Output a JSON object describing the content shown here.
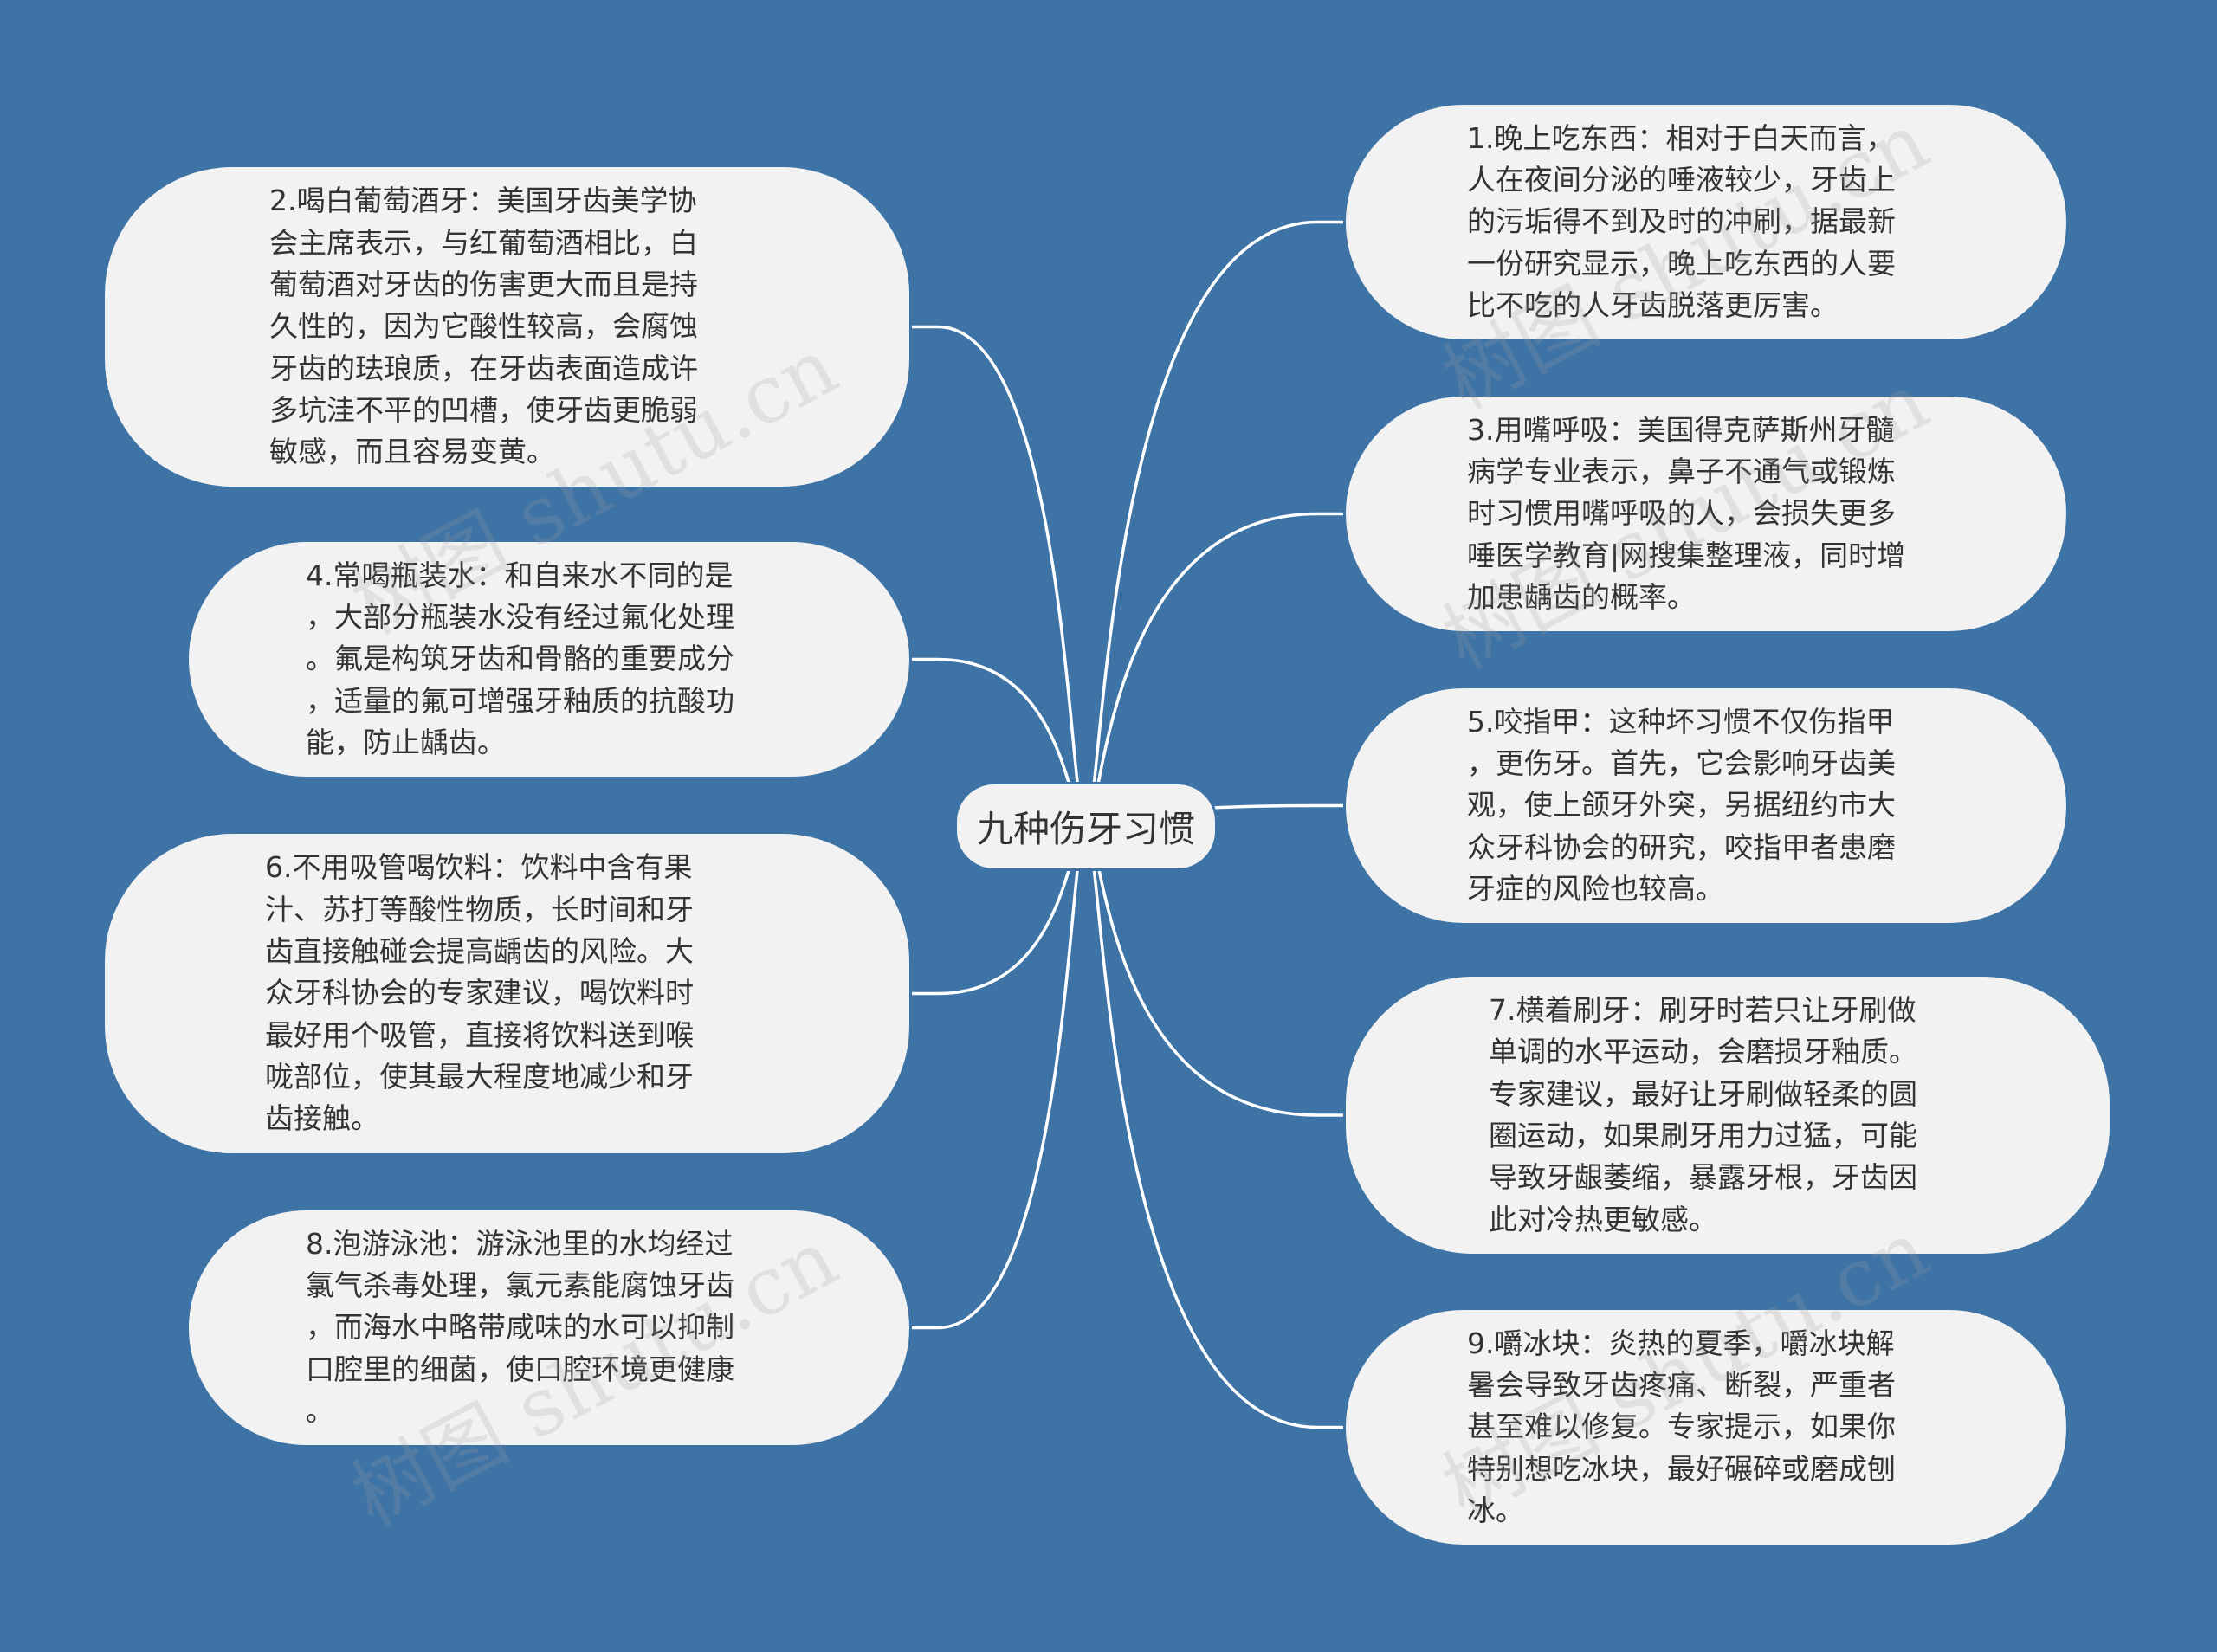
{
  "root": {
    "label": "九种伤牙习惯"
  },
  "left_nodes": [
    {
      "text": "2.喝白葡萄酒牙：美国牙齿美学协\n会主席表示，与红葡萄酒相比，白\n葡萄酒对牙齿的伤害更大而且是持\n久性的，因为它酸性较高，会腐蚀\n牙齿的珐琅质，在牙齿表面造成许\n多坑洼不平的凹槽，使牙齿更脆弱\n敏感，而且容易变黄。"
    },
    {
      "text": "4.常喝瓶装水：和自来水不同的是\n，大部分瓶装水没有经过氟化处理\n。氟是构筑牙齿和骨骼的重要成分\n，适量的氟可增强牙釉质的抗酸功\n能，防止龋齿。"
    },
    {
      "text": "6.不用吸管喝饮料：饮料中含有果\n汁、苏打等酸性物质，长时间和牙\n齿直接触碰会提高龋齿的风险。大\n众牙科协会的专家建议，喝饮料时\n最好用个吸管，直接将饮料送到喉\n咙部位，使其最大程度地减少和牙\n齿接触。"
    },
    {
      "text": "8.泡游泳池：游泳池里的水均经过\n氯气杀毒处理，氯元素能腐蚀牙齿\n，而海水中略带咸味的水可以抑制\n口腔里的细菌，使口腔环境更健康\n。"
    }
  ],
  "right_nodes": [
    {
      "text": "1.晚上吃东西：相对于白天而言，\n人在夜间分泌的唾液较少，牙齿上\n的污垢得不到及时的冲刷，据最新\n一份研究显示，晚上吃东西的人要\n比不吃的人牙齿脱落更厉害。"
    },
    {
      "text": "3.用嘴呼吸：美国得克萨斯州牙髓\n病学专业表示，鼻子不通气或锻炼\n时习惯用嘴呼吸的人，会损失更多\n唾医学教育|网搜集整理液，同时增\n加患龋齿的概率。"
    },
    {
      "text": "5.咬指甲：这种坏习惯不仅伤指甲\n，更伤牙。首先，它会影响牙齿美\n观，使上颌牙外突，另据纽约市大\n众牙科协会的研究，咬指甲者患磨\n牙症的风险也较高。"
    },
    {
      "text": "7.横着刷牙：刷牙时若只让牙刷做\n单调的水平运动，会磨损牙釉质。\n专家建议，最好让牙刷做轻柔的圆\n圈运动，如果刷牙用力过猛，可能\n导致牙龈萎缩，暴露牙根，牙齿因\n此对冷热更敏感。"
    },
    {
      "text": "9.嚼冰块：炎热的夏季，嚼冰块解\n暑会导致牙齿疼痛、断裂，严重者\n甚至难以修复。专家提示，如果你\n特别想吃冰块，最好碾碎或磨成刨\n冰。"
    }
  ],
  "watermarks": [
    "树图 shutu.cn",
    "树图 shutu.cn",
    "树图 shutu.cn",
    "树图 shutu.cn",
    "树图 shutu.cn"
  ],
  "colors": {
    "background": "#3e73a6",
    "node_fill": "#f2f2f2",
    "line": "#ffffff",
    "text": "#333333"
  }
}
